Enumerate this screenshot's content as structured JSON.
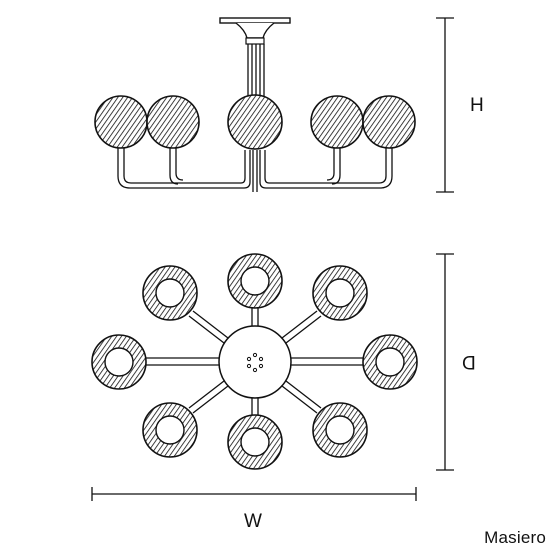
{
  "dimensions": {
    "height_label": "H",
    "depth_label": "D",
    "width_label": "W"
  },
  "brand": {
    "name": "Masiero"
  },
  "colors": {
    "line": "#111111",
    "background": "#ffffff"
  },
  "views": {
    "elevation": {
      "globes": 5
    },
    "plan": {
      "globes": 8
    }
  }
}
